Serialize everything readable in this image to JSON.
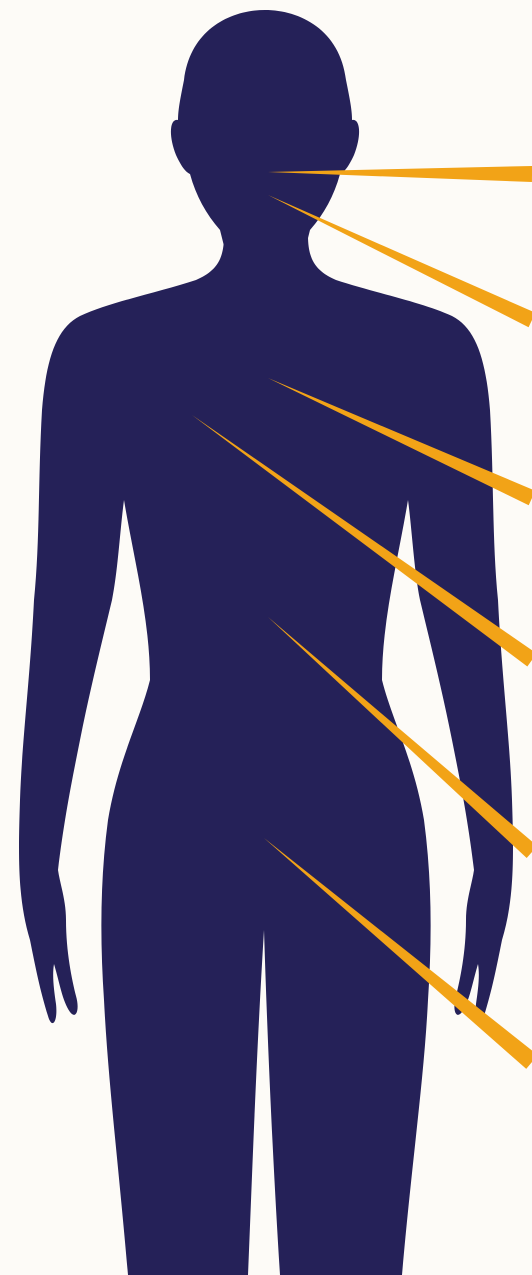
{
  "figure": {
    "subject": "body-silhouette",
    "silhouette_color": "#252158",
    "pointer_color": "#f2a317",
    "background_color": "#fdfbf7",
    "pointers": [
      {
        "id": "pointer-eye"
      },
      {
        "id": "pointer-mouth"
      },
      {
        "id": "pointer-chest"
      },
      {
        "id": "pointer-lung"
      },
      {
        "id": "pointer-abdomen"
      },
      {
        "id": "pointer-pelvis"
      }
    ]
  }
}
